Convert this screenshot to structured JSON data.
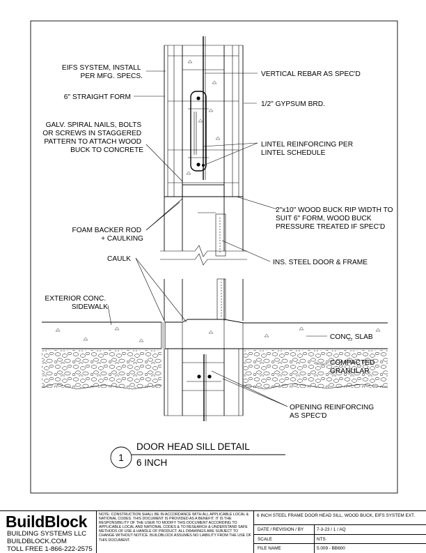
{
  "labels": {
    "eifs": [
      "EIFS SYSTEM, INSTALL",
      "PER MFG. SPECS."
    ],
    "straight_form": [
      "6\" STRAIGHT FORM"
    ],
    "galv": [
      "GALV. SPIRAL NAILS, BOLTS",
      "OR SCREWS IN STAGGERED",
      "PATTERN TO ATTACH WOOD",
      "BUCK TO CONCRETE"
    ],
    "foam": [
      "FOAM BACKER ROD",
      "+ CAULKING"
    ],
    "caulk": [
      "CAULK"
    ],
    "sidewalk": [
      "EXTERIOR CONC.",
      "SIDEWALK"
    ],
    "vertical_rebar": [
      "VERTICAL REBAR AS SPEC'D"
    ],
    "gypsum": [
      "1/2\" GYPSUM BRD."
    ],
    "lintel": [
      "LINTEL REINFORCING PER",
      "LINTEL SCHEDULE"
    ],
    "wood_buck": [
      "2\"x10\" WOOD BUCK RIP WIDTH TO",
      "SUIT 6\" FORM, WOOD BUCK",
      "PRESSURE TREATED IF SPEC'D"
    ],
    "steel_door": [
      "INS. STEEL DOOR & FRAME"
    ],
    "conc_slab": [
      "CONC. SLAB"
    ],
    "compacted": [
      "COMPACTED",
      "GRANULAR"
    ],
    "opening": [
      "OPENING REINFORCING",
      "AS SPEC'D"
    ]
  },
  "detail": {
    "number": "1",
    "title": "DOOR HEAD SILL DETAIL",
    "subtitle": "6 INCH"
  },
  "title_block": {
    "brand": "BuildBlock",
    "brand_lines": [
      "BUILDING SYSTEMS LLC",
      "BUILDBLOCK.COM",
      "TOLL FREE 1-866-222-2575"
    ],
    "note": "NOTE: CONSTRUCTION SHALL BE IN ACCORDANCE WITH ALL APPLICABLE LOCAL & NATIONAL CODES. THIS DOCUMENT IS PROVIDED AS A BENEFIT. IT IS THE RESPONSIBILITY OF THE USER TO MODIFY THIS DOCUMENT ACCORDING TO APPLICABLE LOCAL AND NATIONAL CODES & TO RESEARCH & UNDERSTAND SAFE METHODS OF USE & HANDLE OF PRODUCT. ALL DRAWINGS ARE SUBJECT TO CHANGE WITHOUT NOTICE. BUILDBLOCK ASSUMES NO LIABILITY FROM THE USE OF THIS DOCUMENT.",
    "description": "6 INCH STEEL FRAME DOOR HEAD SILL, WOOD BUCK, EIFS SYSTEM EXT.",
    "rows": [
      {
        "key": "DATE / REVISION / BY",
        "value": "7-3-23 / 1 / AQ"
      },
      {
        "key": "SCALE",
        "value": "NTS"
      },
      {
        "key": "FILE NAME",
        "value": "5.009 - BB600"
      }
    ]
  }
}
